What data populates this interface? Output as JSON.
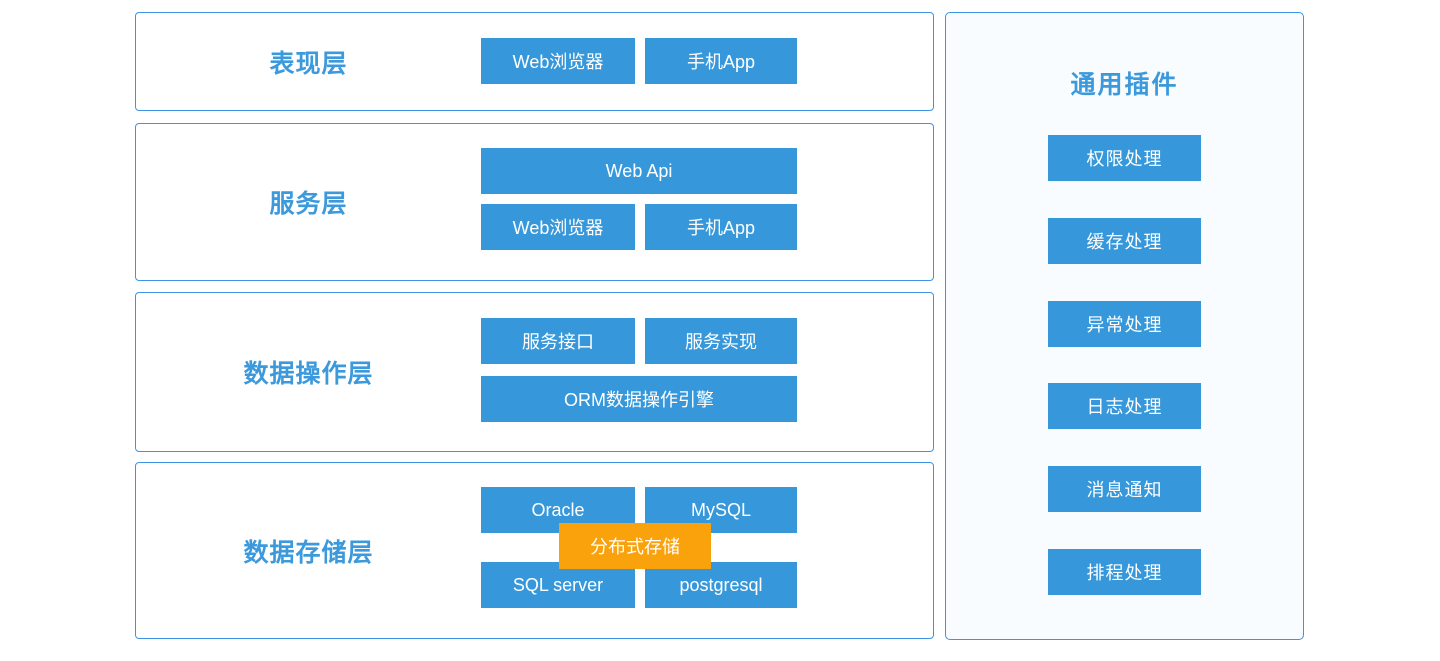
{
  "colors": {
    "block_blue": "#3698db",
    "border_blue": "#3d94e4",
    "title_blue": "#3b99dc",
    "accent_orange": "#f9a20c",
    "panel_bg": "#f8fcff"
  },
  "layers": [
    {
      "title": "表现层",
      "buttons": [
        "Web浏览器",
        "手机App"
      ]
    },
    {
      "title": "服务层",
      "wide_button": "Web Api",
      "buttons": [
        "Web浏览器",
        "手机App"
      ]
    },
    {
      "title": "数据操作层",
      "buttons": [
        "服务接口",
        "服务实现"
      ],
      "wide_button": "ORM数据操作引擎"
    },
    {
      "title": "数据存储层",
      "buttons_row1": [
        "Oracle",
        "MySQL"
      ],
      "buttons_row2": [
        "SQL server",
        "postgresql"
      ],
      "overlay_button": "分布式存储"
    }
  ],
  "plugins_panel": {
    "title": "通用插件",
    "items": [
      "权限处理",
      "缓存处理",
      "异常处理",
      "日志处理",
      "消息通知",
      "排程处理"
    ]
  }
}
